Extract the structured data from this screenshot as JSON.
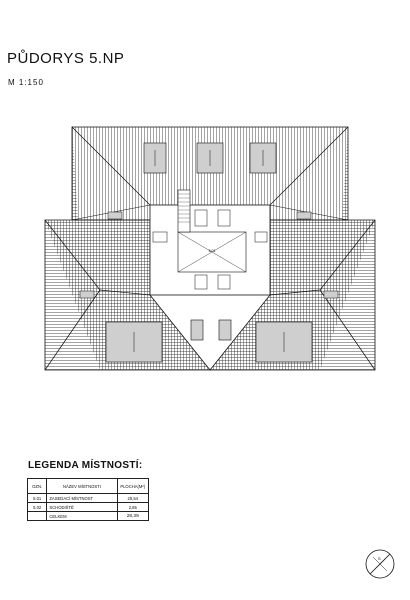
{
  "header": {
    "title": "PŮDORYS 5.NP",
    "scale": "M 1:150"
  },
  "plan": {
    "room_label": "5.01"
  },
  "legend": {
    "title": "LEGENDA MÍSTNOSTÍ:",
    "columns": [
      "OZN.",
      "NÁZEV MÍSTNOSTI",
      "PLOCHA(M²)"
    ],
    "rows": [
      {
        "code": "5.01",
        "name": "ZASEDACÍ MÍSTNOST",
        "area": "25,54"
      },
      {
        "code": "5.02",
        "name": "SCHODIŠTĚ",
        "area": "2,85"
      }
    ],
    "total": {
      "label": "CELKEM",
      "area": "28,39"
    }
  },
  "north_arrow": {
    "label": "S",
    "icon": "north-arrow-icon"
  }
}
